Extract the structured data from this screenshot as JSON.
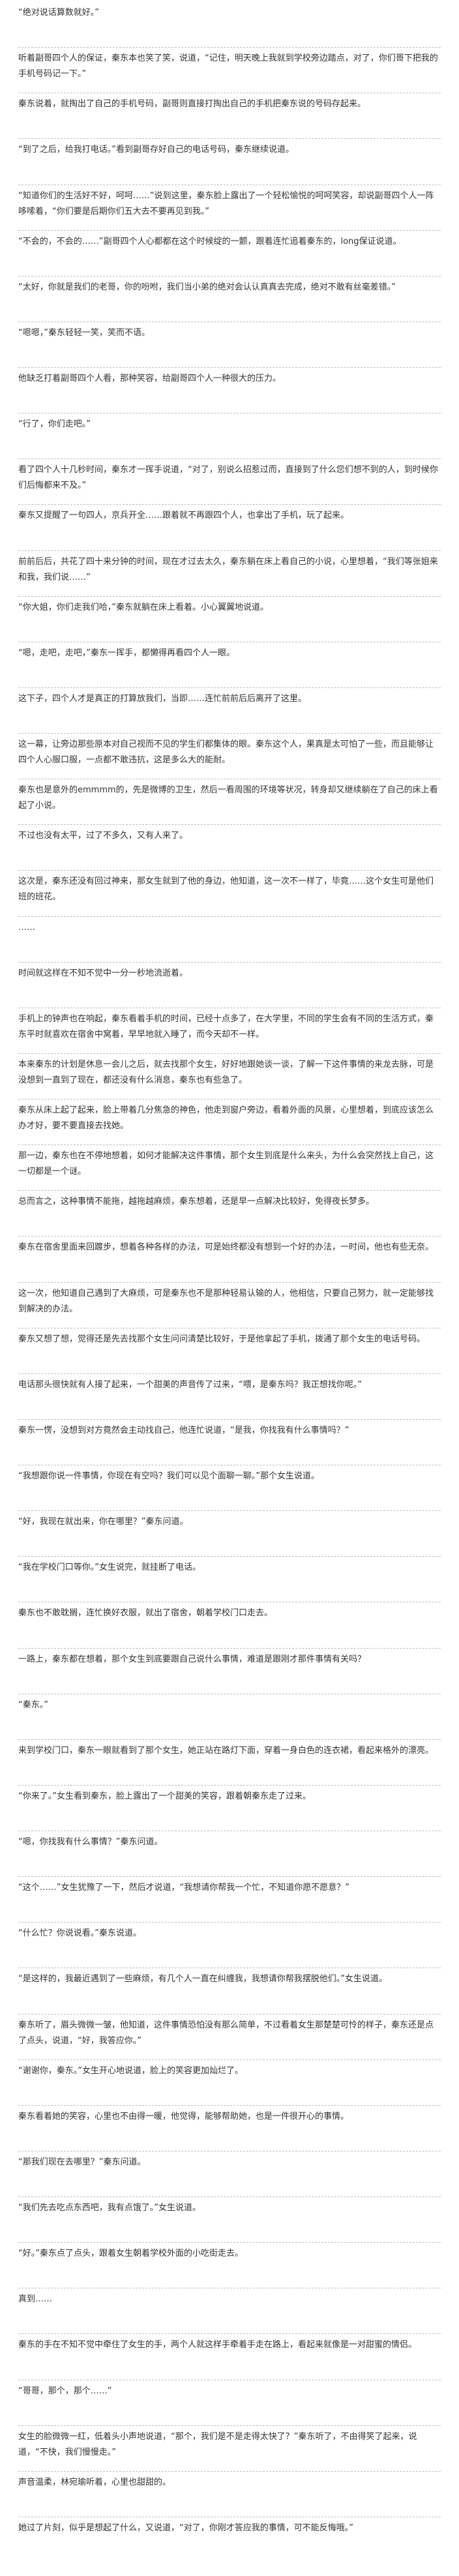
{
  "paragraphs": [
    "“绝对说话算数就好。”",
    "听着副哥四个人的保证，秦东本也笑了笑，说道，“记住，明天晚上我就到学校旁边踏点，对了，你们哥下把我的手机号码记一下。”",
    "秦东说着，就掏出了自己的手机号码，副哥则直接打掏出自己的手机把秦东说的号码存起来。",
    "“到了之后，给我打电话。”看到副哥存好自己的电话号码，秦东继续说道。",
    "“知道你们的生活好不好，呵呵……”说到这里，秦东脸上露出了一个轻松愉悦的呵呵笑容，却说副哥四个人一阵哆嗦着，“你们要是后期你们五大去不要再见到我。”",
    "“不会的，不会的……”副哥四个人心都都在这个时候绽的一颤，跟着连忙追着秦东的，long保证说道。",
    "“太好，你就是我们的老哥，你的吩咐，我们当小弟的绝对会认认真真去完成，绝对不敢有丝毫差错。”",
    "“嗯嗯，”秦东轻轻一笑，笑而不语。",
    "他缺乏打着副哥四个人看，那种笑容，给副哥四个人一种很大的压力。",
    "“行了，你们走吧。”",
    "看了四个人十几秒时间，秦东才一挥手说道，“对了，别说么招惹过而，直接到了什么您们想不到的人，到时候你们后悔都来不及。”",
    "秦东又提醒了一句四人，京兵开全……跟着就不再跟四个人，也拿出了手机，玩了起来。",
    "前前后后，共花了四十来分钟的时间，现在才过去太久，秦东躺在床上看自己的小说，心里想着，“我们等张姐来和我，我们说……”",
    "“你大姐，你们走我们哈，”秦东就躺在床上看着。小心翼翼地说道。",
    "“嗯，走吧，走吧，”秦东一挥手，都懒得再看四个人一眼。",
    "这下子，四个人才是真正的打算放我们，当即……连忙前前后后离开了这里。",
    "这一幕，让旁边那些原本对自己视而不见的学生们都集体的眼。秦东这个人，果真是太可怕了一些，而且能够让四个人心服口服，一点都不敢违抗，这是多么大的能耐。",
    "秦东也是意外的emmmm的，先是微博的卫生，然后一看周围的环境等状况，转身却又继续躺在了自己的床上看起了小说。",
    "不过也没有太平，过了不多久，又有人来了。",
    "这次是，秦东还没有回过神来，那女生就到了他的身边，他知道，这一次不一样了，毕竟……这个女生可是他们班的班花。",
    "……",
    "时间就这样在不知不觉中一分一秒地流逝着。",
    "手机上的钟声也在响起，秦东看着手机的时间，已经十点多了，在大学里，不同的学生会有不同的生活方式，秦东平时就喜欢在宿舍中窝着，早早地就入睡了，而今天却不一样。",
    "本来秦东的计划是休息一会儿之后，就去找那个女生，好好地跟她谈一谈，了解一下这件事情的来龙去脉，可是没想到一直到了现在，都还没有什么消息，秦东也有些急了。",
    "秦东从床上起了起来，脸上带着几分焦急的神色，他走到窗户旁边，看着外面的风景，心里想着，到底应该怎么办才好，要不要直接去找她。",
    "那一边，秦东也在不停地想着，如何才能解决这件事情，那个女生到底是什么来头，为什么会突然找上自己，这一切都是一个谜。",
    "总而言之，这种事情不能拖，越拖越麻烦，秦东想着，还是早一点解决比较好，免得夜长梦多。",
    "秦东在宿舍里面来回踱步，想着各种各样的办法，可是始终都没有想到一个好的办法，一时间，他也有些无奈。",
    "这一次，他知道自己遇到了大麻烦，可是秦东也不是那种轻易认输的人，他相信，只要自己努力，就一定能够找到解决的办法。",
    "秦东又想了想，觉得还是先去找那个女生问问清楚比较好，于是他拿起了手机，拨通了那个女生的电话号码。",
    "电话那头很快就有人接了起来，一个甜美的声音传了过来，“喂，是秦东吗？我正想找你呢。”",
    "秦东一愣，没想到对方竟然会主动找自己，他连忙说道，“是我，你找我有什么事情吗？”",
    "“我想跟你说一件事情，你现在有空吗？我们可以见个面聊一聊。”那个女生说道。",
    "“好，我现在就出来，你在哪里？”秦东问道。",
    "“我在学校门口等你。”女生说完，就挂断了电话。",
    "秦东也不敢耽搁，连忙换好衣服，就出了宿舍，朝着学校门口走去。",
    "一路上，秦东都在想着，那个女生到底要跟自己说什么事情，难道是跟刚才那件事情有关吗？",
    "“秦东。”",
    "来到学校门口，秦东一眼就看到了那个女生，她正站在路灯下面，穿着一身白色的连衣裙，看起来格外的漂亮。",
    "“你来了。”女生看到秦东，脸上露出了一个甜美的笑容，跟着朝秦东走了过来。",
    "“嗯，你找我有什么事情？”秦东问道。",
    "“这个……”女生犹豫了一下，然后才说道，“我想请你帮我一个忙，不知道你愿不愿意？”",
    "“什么忙？你说说看。”秦东说道。",
    "“是这样的，我最近遇到了一些麻烦，有几个人一直在纠缠我，我想请你帮我摆脱他们。”女生说道。",
    "秦东听了，眉头微微一皱，他知道，这件事情恐怕没有那么简单，不过看着女生那楚楚可怜的样子，秦东还是点了点头，说道，“好，我答应你。”",
    "“谢谢你，秦东。”女生开心地说道，脸上的笑容更加灿烂了。",
    "秦东看着她的笑容，心里也不由得一暖，他觉得，能够帮助她，也是一件很开心的事情。",
    "“那我们现在去哪里？”秦东问道。",
    "“我们先去吃点东西吧，我有点饿了。”女生说道。",
    "“好。”秦东点了点头，跟着女生朝着学校外面的小吃街走去。",
    "真到……",
    "秦东的手在不知不觉中牵住了女生的手，两个人就这样手牵着手走在路上，看起来就像是一对甜蜜的情侣。",
    "“哥哥，那个，那个……”",
    "女生的脸微微一红，低着头小声地说道，“那个，我们是不是走得太快了？”秦东听了，不由得笑了起来，说道，“不快，我们慢慢走。”",
    "声音温柔，林宛瑜听着，心里也甜甜的。",
    "她过了片刻，似乎是想起了什么，又说道，“对了，你刚才答应我的事情，可不能反悔哦。”"
  ]
}
